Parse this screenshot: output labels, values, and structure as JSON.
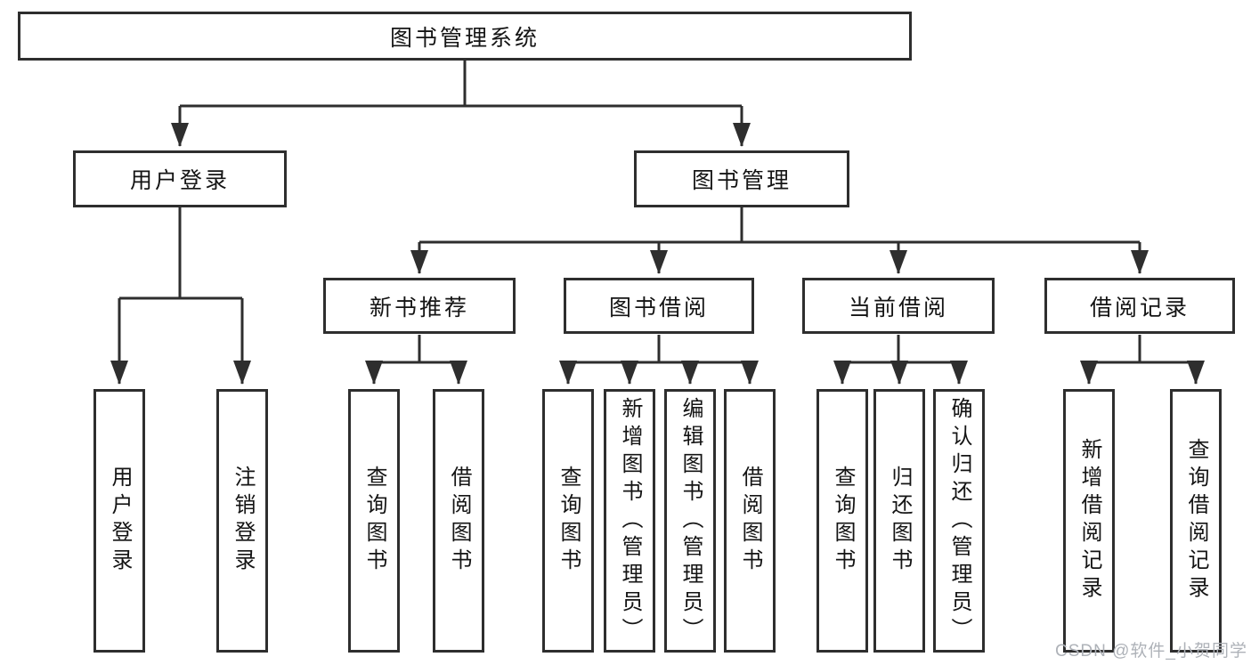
{
  "title": "图书管理系统",
  "branches": {
    "user_login": {
      "label": "用户登录",
      "leaves": [
        "用户登录",
        "注销登录"
      ]
    },
    "book_mgmt": {
      "label": "图书管理"
    },
    "new_books": {
      "label": "新书推荐",
      "leaves": [
        "查询图书",
        "借阅图书"
      ]
    },
    "book_borrow": {
      "label": "图书借阅",
      "leaves": [
        "查询图书",
        "新增图书（管理员）",
        "编辑图书（管理员）",
        "借阅图书"
      ]
    },
    "current_borrow": {
      "label": "当前借阅",
      "leaves": [
        "查询图书",
        "归还图书",
        "确认归还（管理员）"
      ]
    },
    "borrow_records": {
      "label": "借阅记录",
      "leaves": [
        "新增借阅记录",
        "查询借阅记录"
      ]
    }
  },
  "watermark": "CSDN @软件_小贺同学",
  "colors": {
    "line": "#2e2e2e",
    "text": "#141414",
    "watermark": "#aeb2b8",
    "background": "#ffffff"
  }
}
